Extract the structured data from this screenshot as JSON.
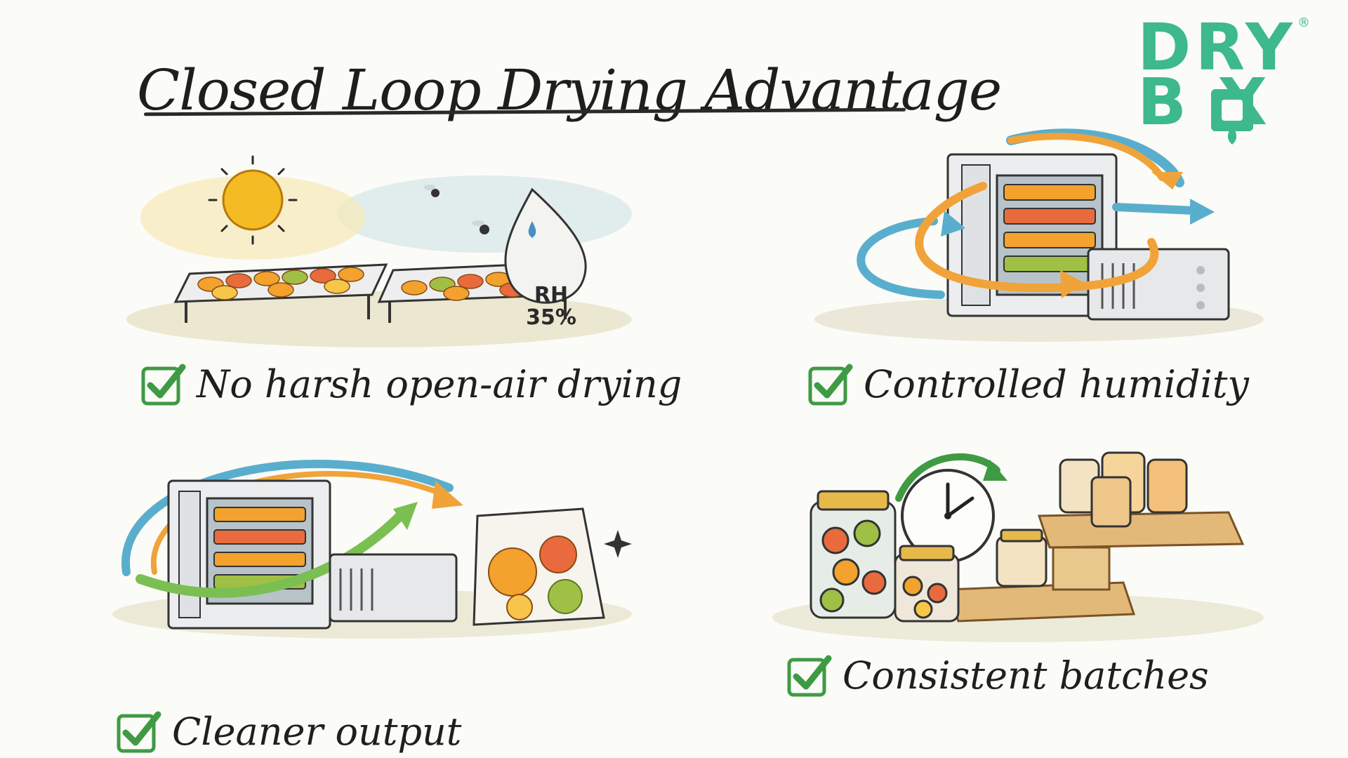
{
  "title": "Closed Loop Drying Advantage",
  "logo": {
    "line1": "DRY",
    "line2": "B X",
    "mark": "®",
    "color": "#3db98c"
  },
  "colors": {
    "accent": "#3db98c",
    "check": "#3f9a44",
    "arrow_orange": "#f0a339",
    "arrow_blue": "#5aaecd"
  },
  "panels": [
    {
      "icon": "open-air-drying-illustration",
      "caption": "No harsh open-air drying",
      "badge": {
        "line1": "RH",
        "line2": "35%"
      }
    },
    {
      "icon": "controlled-humidity-illustration",
      "caption": "Controlled humidity"
    },
    {
      "icon": "cleaner-output-illustration",
      "caption": "Cleaner output"
    },
    {
      "icon": "consistent-batches-illustration",
      "caption": "Consistent batches"
    }
  ]
}
